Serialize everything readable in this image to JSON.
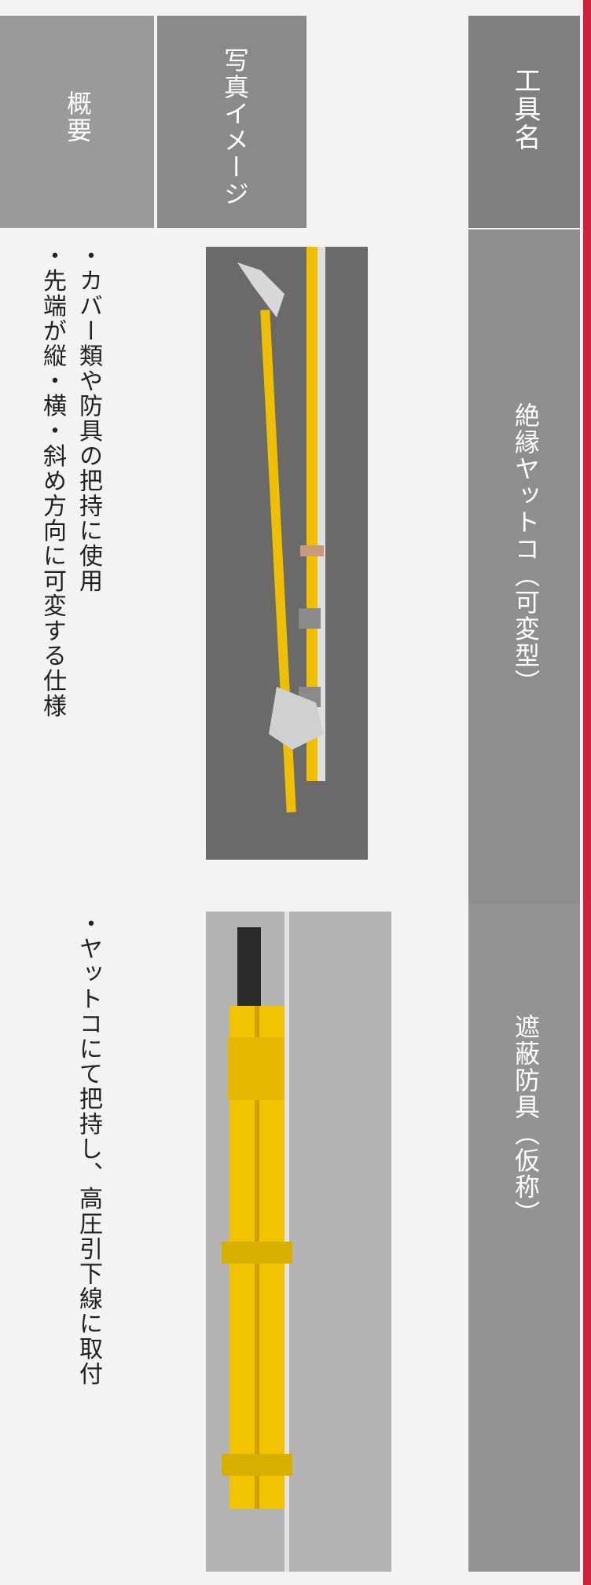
{
  "headers": {
    "tool_name": "工具名",
    "photo": "写真イメージ",
    "summary": "概要"
  },
  "tools": [
    {
      "name": "絶縁ヤットコ（可変型）",
      "notes": [
        "・カバー類や防具の把持に使用",
        "・先端が縦・横・斜め方向に可変する仕様"
      ]
    },
    {
      "name": "遮蔽防具（仮称）",
      "notes": [
        "・ヤットコにて把持し、高圧引下線に取付"
      ]
    }
  ]
}
